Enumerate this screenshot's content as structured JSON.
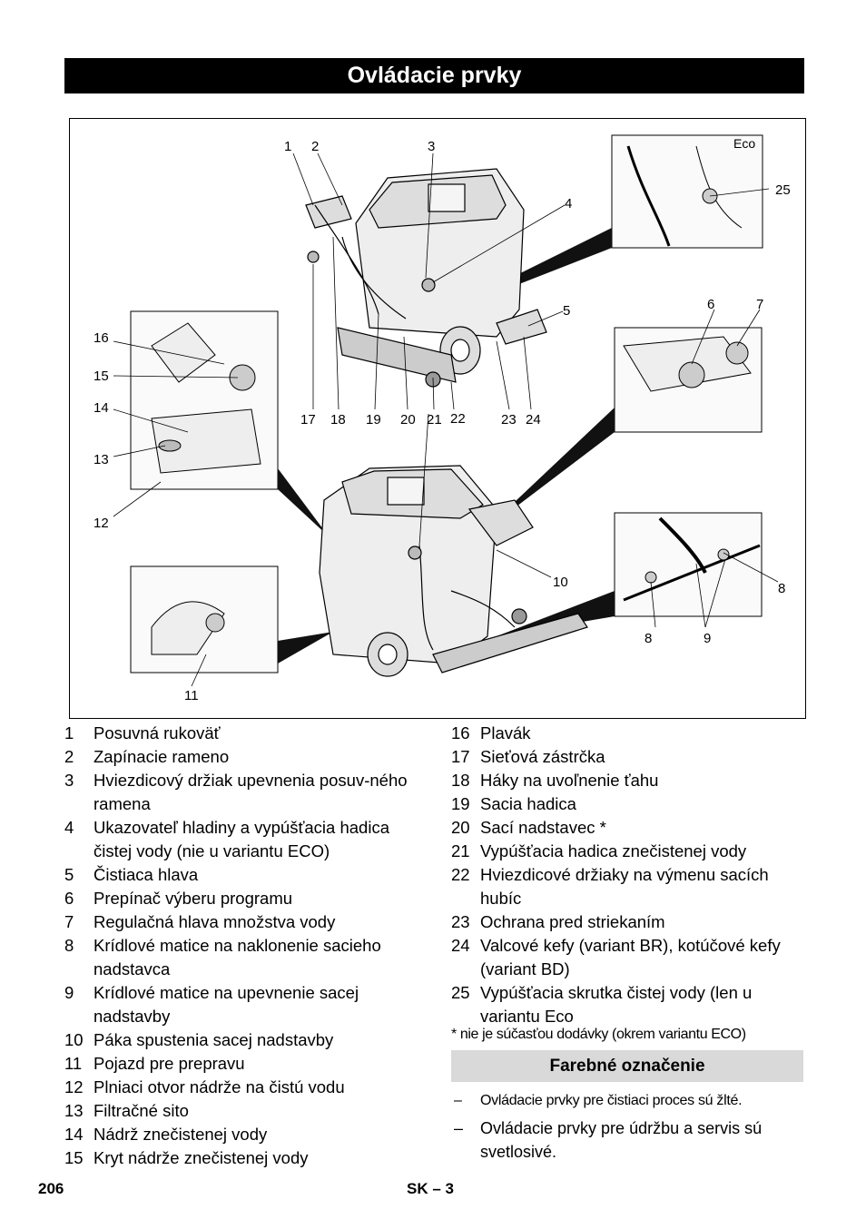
{
  "title": "Ovládacie prvky",
  "figure": {
    "eco_label": "Eco",
    "callouts": [
      "1",
      "2",
      "3",
      "4",
      "5",
      "6",
      "7",
      "8",
      "8",
      "9",
      "10",
      "11",
      "12",
      "13",
      "14",
      "15",
      "16",
      "17",
      "18",
      "19",
      "20",
      "21",
      "22",
      "23",
      "24",
      "25"
    ]
  },
  "items_left": [
    {
      "num": "1",
      "text": "Posuvná rukoväť"
    },
    {
      "num": "2",
      "text": "Zapínacie rameno"
    },
    {
      "num": "3",
      "text": "Hviezdicový držiak upevnenia posuv-ného ramena"
    },
    {
      "num": "4",
      "text": "Ukazovateľ hladiny a vypúšťacia hadica čistej vody (nie u variantu ECO)"
    },
    {
      "num": "5",
      "text": "Čistiaca hlava"
    },
    {
      "num": "6",
      "text": "Prepínač výberu programu"
    },
    {
      "num": "7",
      "text": "Regulačná hlava množstva vody"
    },
    {
      "num": "8",
      "text": "Krídlové matice na naklonenie sacieho nadstavca"
    },
    {
      "num": "9",
      "text": "Krídlové matice na upevnenie sacej nadstavby"
    },
    {
      "num": "10",
      "text": "Páka spustenia sacej nadstavby"
    },
    {
      "num": "11",
      "text": "Pojazd pre prepravu"
    },
    {
      "num": "12",
      "text": "Plniaci otvor nádrže na čistú vodu"
    },
    {
      "num": "13",
      "text": "Filtračné sito"
    },
    {
      "num": "14",
      "text": "Nádrž znečistenej vody"
    },
    {
      "num": "15",
      "text": "Kryt nádrže znečistenej vody"
    }
  ],
  "items_right": [
    {
      "num": "16",
      "text": "Plavák"
    },
    {
      "num": "17",
      "text": "Sieťová zástrčka"
    },
    {
      "num": "18",
      "text": "Háky na uvoľnenie ťahu"
    },
    {
      "num": "19",
      "text": "Sacia hadica"
    },
    {
      "num": "20",
      "text": "Sací nadstavec *"
    },
    {
      "num": "21",
      "text": "Vypúšťacia hadica znečistenej vody"
    },
    {
      "num": "22",
      "text": "Hviezdicové držiaky na výmenu sacích hubíc"
    },
    {
      "num": "23",
      "text": "Ochrana pred striekaním"
    },
    {
      "num": "24",
      "text": "Valcové kefy (variant BR), kotúčové kefy (variant BD)"
    },
    {
      "num": "25",
      "text": "Vypúšťacia skrutka čistej vody (len u variantu Eco"
    }
  ],
  "footnote": "* nie je súčasťou dodávky (okrem variantu ECO)",
  "section_title": "Farebné označenie",
  "bullets": [
    {
      "dash": "–",
      "text": "Ovládacie prvky pre čistiaci proces sú žlté."
    },
    {
      "dash": "–",
      "text": "Ovládacie prvky pre údržbu a servis sú svetlosivé."
    }
  ],
  "footer": {
    "page": "206",
    "lang": "SK",
    "dash_num": "– 3"
  }
}
